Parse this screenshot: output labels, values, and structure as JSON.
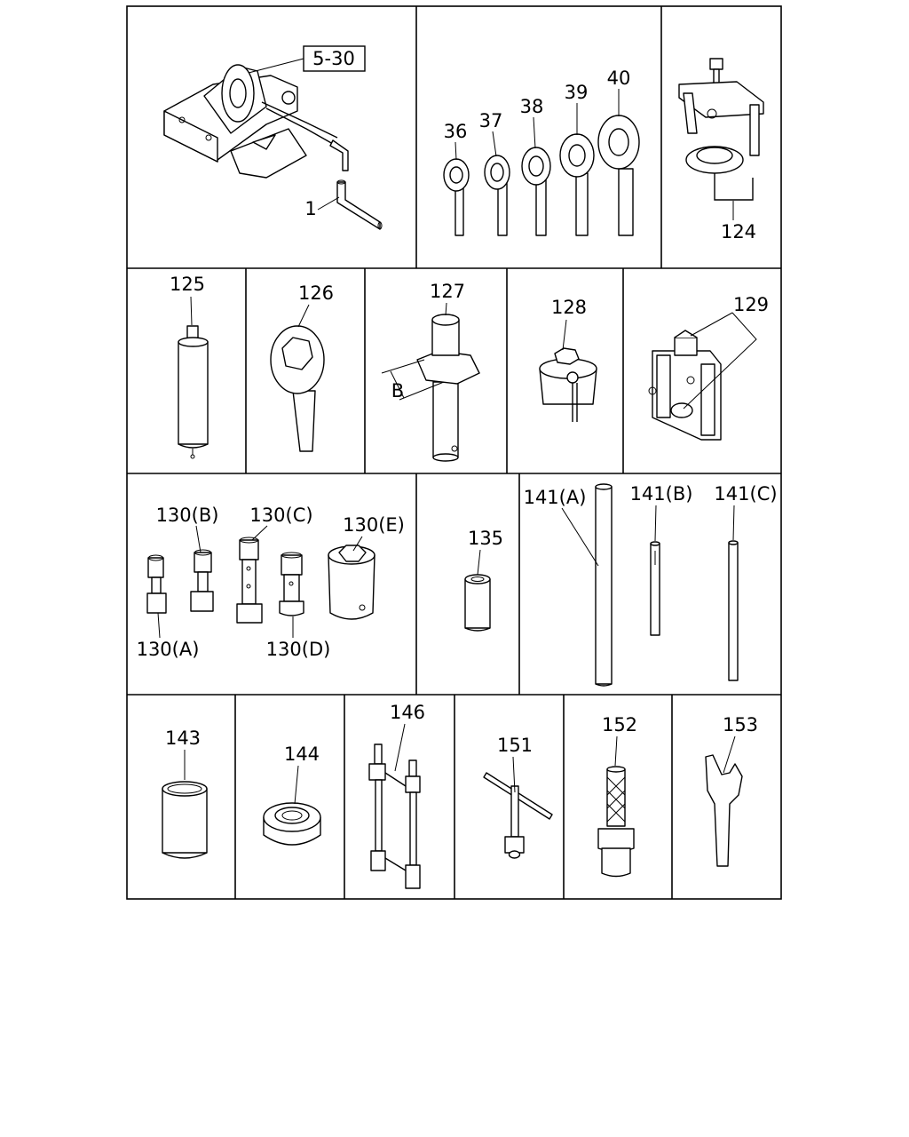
{
  "labels": {
    "ref_box": "5-30",
    "p1": "1",
    "p36": "36",
    "p37": "37",
    "p38": "38",
    "p39": "39",
    "p40": "40",
    "p124": "124",
    "p125": "125",
    "p126": "126",
    "p127": "127",
    "p127_dim": "B",
    "p128": "128",
    "p129": "129",
    "p130a": "130(A)",
    "p130b": "130(B)",
    "p130c": "130(C)",
    "p130d": "130(D)",
    "p130e": "130(E)",
    "p135": "135",
    "p141a": "141(A)",
    "p141b": "141(B)",
    "p141c": "141(C)",
    "p143": "143",
    "p144": "144",
    "p146": "146",
    "p151": "151",
    "p152": "152",
    "p153": "153"
  }
}
